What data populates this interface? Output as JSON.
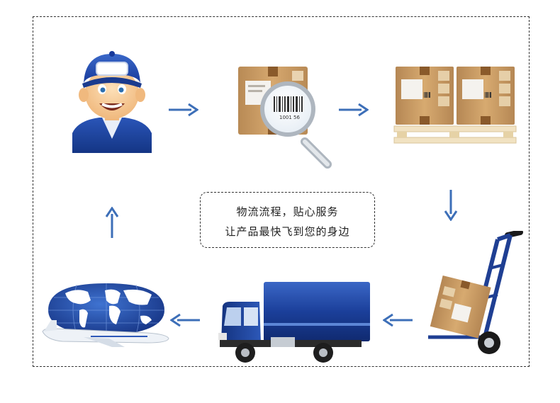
{
  "caption": {
    "line1": "物流流程，贴心服务",
    "line2": "让产品最快飞到您的身边"
  },
  "scan_label": {
    "barcode_text": "1001 56"
  },
  "colors": {
    "arrow": "#3d6fb8",
    "cap_blue": "#1f46a6",
    "uniform_blue": "#1a3f9a",
    "box_brown": "#c89a63",
    "box_dark": "#8a5a2b",
    "truck_blue": "#1d3f9c",
    "globe_blue": "#1f4ea6",
    "frame": "#333333"
  },
  "icons": [
    "worker-icon",
    "barcode-scan-icon",
    "pallet-boxes-icon",
    "hand-truck-icon",
    "delivery-truck-icon",
    "globe-airplane-icon"
  ]
}
